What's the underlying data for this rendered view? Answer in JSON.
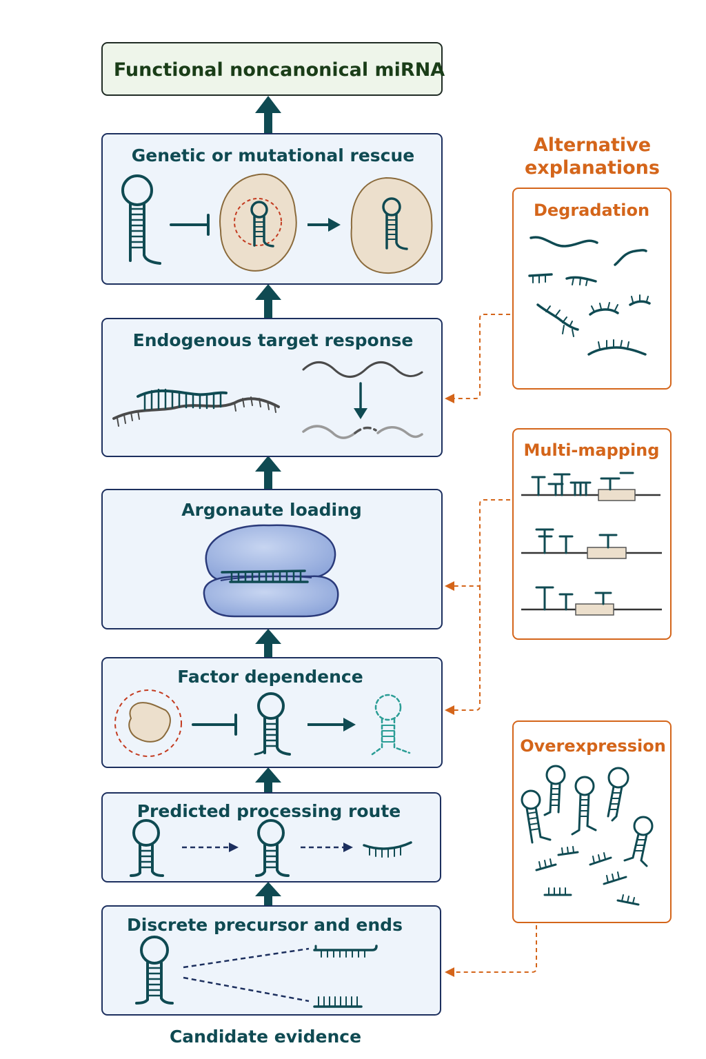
{
  "top_box": {
    "label": "Functional noncanonical miRNA"
  },
  "steps": [
    {
      "label": "Genetic or mutational rescue"
    },
    {
      "label": "Endogenous target response"
    },
    {
      "label": "Argonaute loading"
    },
    {
      "label": "Factor dependence"
    },
    {
      "label": "Predicted processing route"
    },
    {
      "label": "Discrete precursor and ends"
    }
  ],
  "bottom_label": "Candidate evidence",
  "alternatives": {
    "heading_line1": "Alternative",
    "heading_line2": "explanations",
    "boxes": [
      {
        "label": "Degradation"
      },
      {
        "label": "Multi-mapping"
      },
      {
        "label": "Overexpression"
      }
    ]
  },
  "colors": {
    "teal": "#0f4a52",
    "orange": "#d4651a",
    "navy": "#1c2f5e",
    "step_fill": "#eef4fb",
    "top_fill": "#eef5ea",
    "cell_fill": "#ecdfcc",
    "ago_fill": "#a9bde6"
  }
}
